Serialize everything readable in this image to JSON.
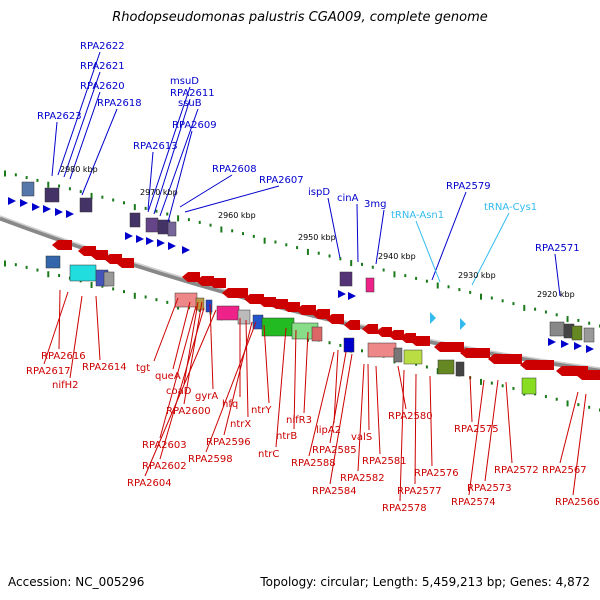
{
  "title": "Rhodopseudomonas palustris CGA009, complete genome",
  "accession": "Accession: NC_005296",
  "stats": "Topology: circular; Length: 5,459,213 bp; Genes: 4,872",
  "colors": {
    "forward": "#0000cc",
    "reverse": "#cc0000",
    "rna": "#33bbee",
    "backbone": "#999999",
    "tick": "#1a7a1a"
  },
  "kbp_ticks": [
    "2980 kbp",
    "2970 kbp",
    "2960 kbp",
    "2950 kbp",
    "2940 kbp",
    "2930 kbp",
    "2920 kbp"
  ],
  "forward_labels": [
    "RPA2622",
    "RPA2621",
    "RPA2620",
    "RPA2618",
    "RPA2623",
    "msuD",
    "RPA2611",
    "ssuB",
    "RPA2609",
    "RPA2613",
    "RPA2608",
    "RPA2607",
    "ispD",
    "cinA",
    "3mg",
    "RPA2579",
    "RPA2571"
  ],
  "rna_labels": [
    "tRNA-Asn1",
    "tRNA-Cys1"
  ],
  "reverse_labels": [
    "RPA2616",
    "RPA2617",
    "RPA2614",
    "nifH2",
    "tgt",
    "queA",
    "coaD",
    "RPA2600",
    "gyrA",
    "RPA2603",
    "RPA2602",
    "RPA2604",
    "hfq",
    "ntrX",
    "RPA2596",
    "RPA2598",
    "ntrY",
    "ntrB",
    "ntrC",
    "nifR3",
    "lipA2",
    "RPA2585",
    "RPA2588",
    "RPA2584",
    "valS",
    "RPA2582",
    "RPA2581",
    "RPA2580",
    "RPA2578",
    "RPA2577",
    "RPA2576",
    "RPA2575",
    "RPA2574",
    "RPA2573",
    "RPA2572",
    "RPA2567",
    "RPA2566"
  ]
}
